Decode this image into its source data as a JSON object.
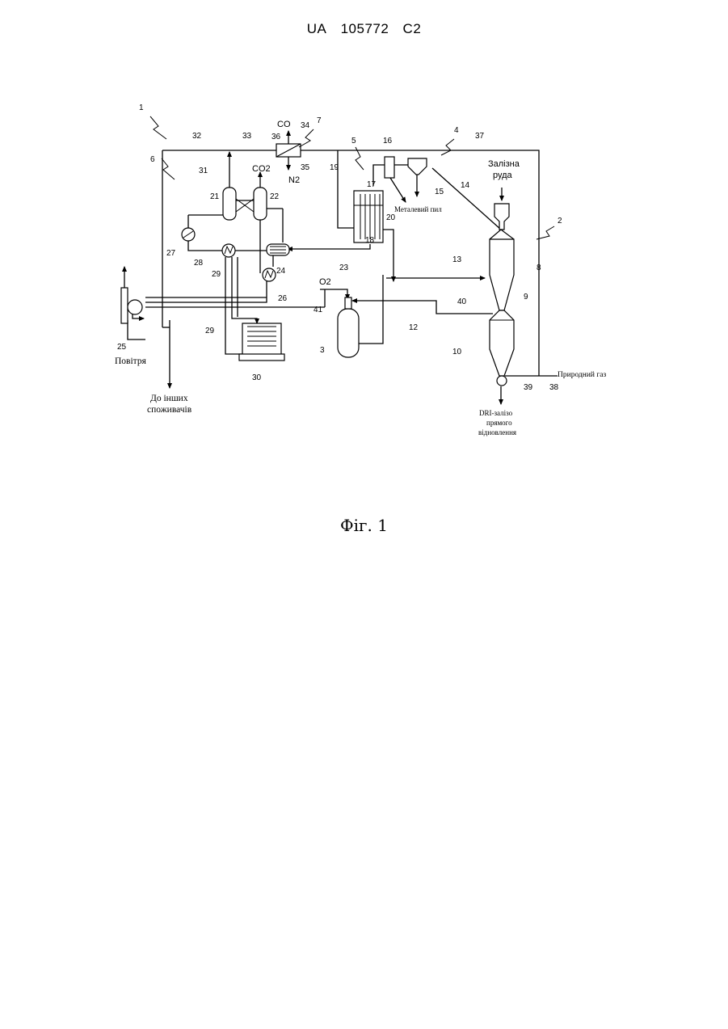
{
  "header": {
    "country": "UA",
    "number": "105772",
    "kind": "C2"
  },
  "caption": "Фіг. 1",
  "labels": {
    "n1": "1",
    "n2": "2",
    "n3": "3",
    "n4": "4",
    "n5": "5",
    "n6": "6",
    "n7": "7",
    "n8": "8",
    "n9": "9",
    "n10": "10",
    "n12": "12",
    "n13": "13",
    "n14": "14",
    "n15": "15",
    "n16": "16",
    "n17": "17",
    "n18": "18",
    "n19": "19",
    "n20": "20",
    "n21": "21",
    "n22": "22",
    "n23": "23",
    "n24": "24",
    "n25": "25",
    "n26": "26",
    "n27": "27",
    "n28": "28",
    "n29a": "29",
    "n29b": "29",
    "n30": "30",
    "n31": "31",
    "n32": "32",
    "n33": "33",
    "n34": "34",
    "n35": "35",
    "n36": "36",
    "n37": "37",
    "n38": "38",
    "n39": "39",
    "n40": "40",
    "n41": "41"
  },
  "streams": {
    "co": "CO",
    "co2": "CO2",
    "n2": "N2",
    "o2": "O2",
    "iron_ore_1": "Залізна",
    "iron_ore_2": "руда",
    "metal_dust": "Металевий пил",
    "air": "Повітря",
    "others_1": "До інших",
    "others_2": "споживачів",
    "natural_gas": "Природний газ",
    "dri_1": "DRI-залізо",
    "dri_2": "прямого",
    "dri_3": "відновлення"
  }
}
